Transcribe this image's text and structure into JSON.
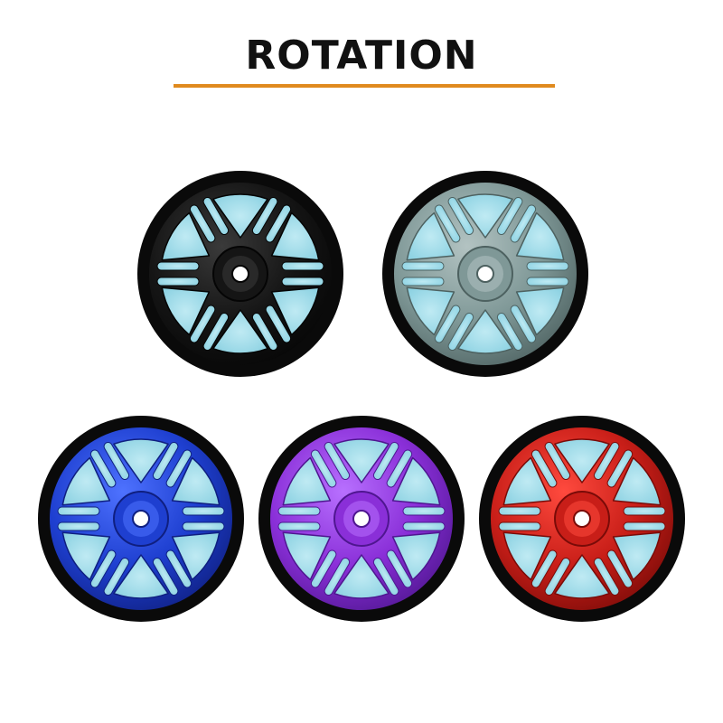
{
  "title": "ROTATION",
  "accent_color": "#e08a1e",
  "pane_color": "#8fd3e3",
  "wheels": [
    {
      "name": "black",
      "color": "#151515",
      "shade": "#050505",
      "highlight": "#3a3a3a"
    },
    {
      "name": "gray",
      "color": "#7f9897",
      "shade": "#4d6160",
      "highlight": "#b3c3c2"
    },
    {
      "name": "blue",
      "color": "#1e3fd0",
      "shade": "#0f1f80",
      "highlight": "#4e72ff"
    },
    {
      "name": "purple",
      "color": "#8a2fd8",
      "shade": "#4f1690",
      "highlight": "#b870ff"
    },
    {
      "name": "red",
      "color": "#c81e18",
      "shade": "#7a0b08",
      "highlight": "#ff4a3e"
    }
  ]
}
